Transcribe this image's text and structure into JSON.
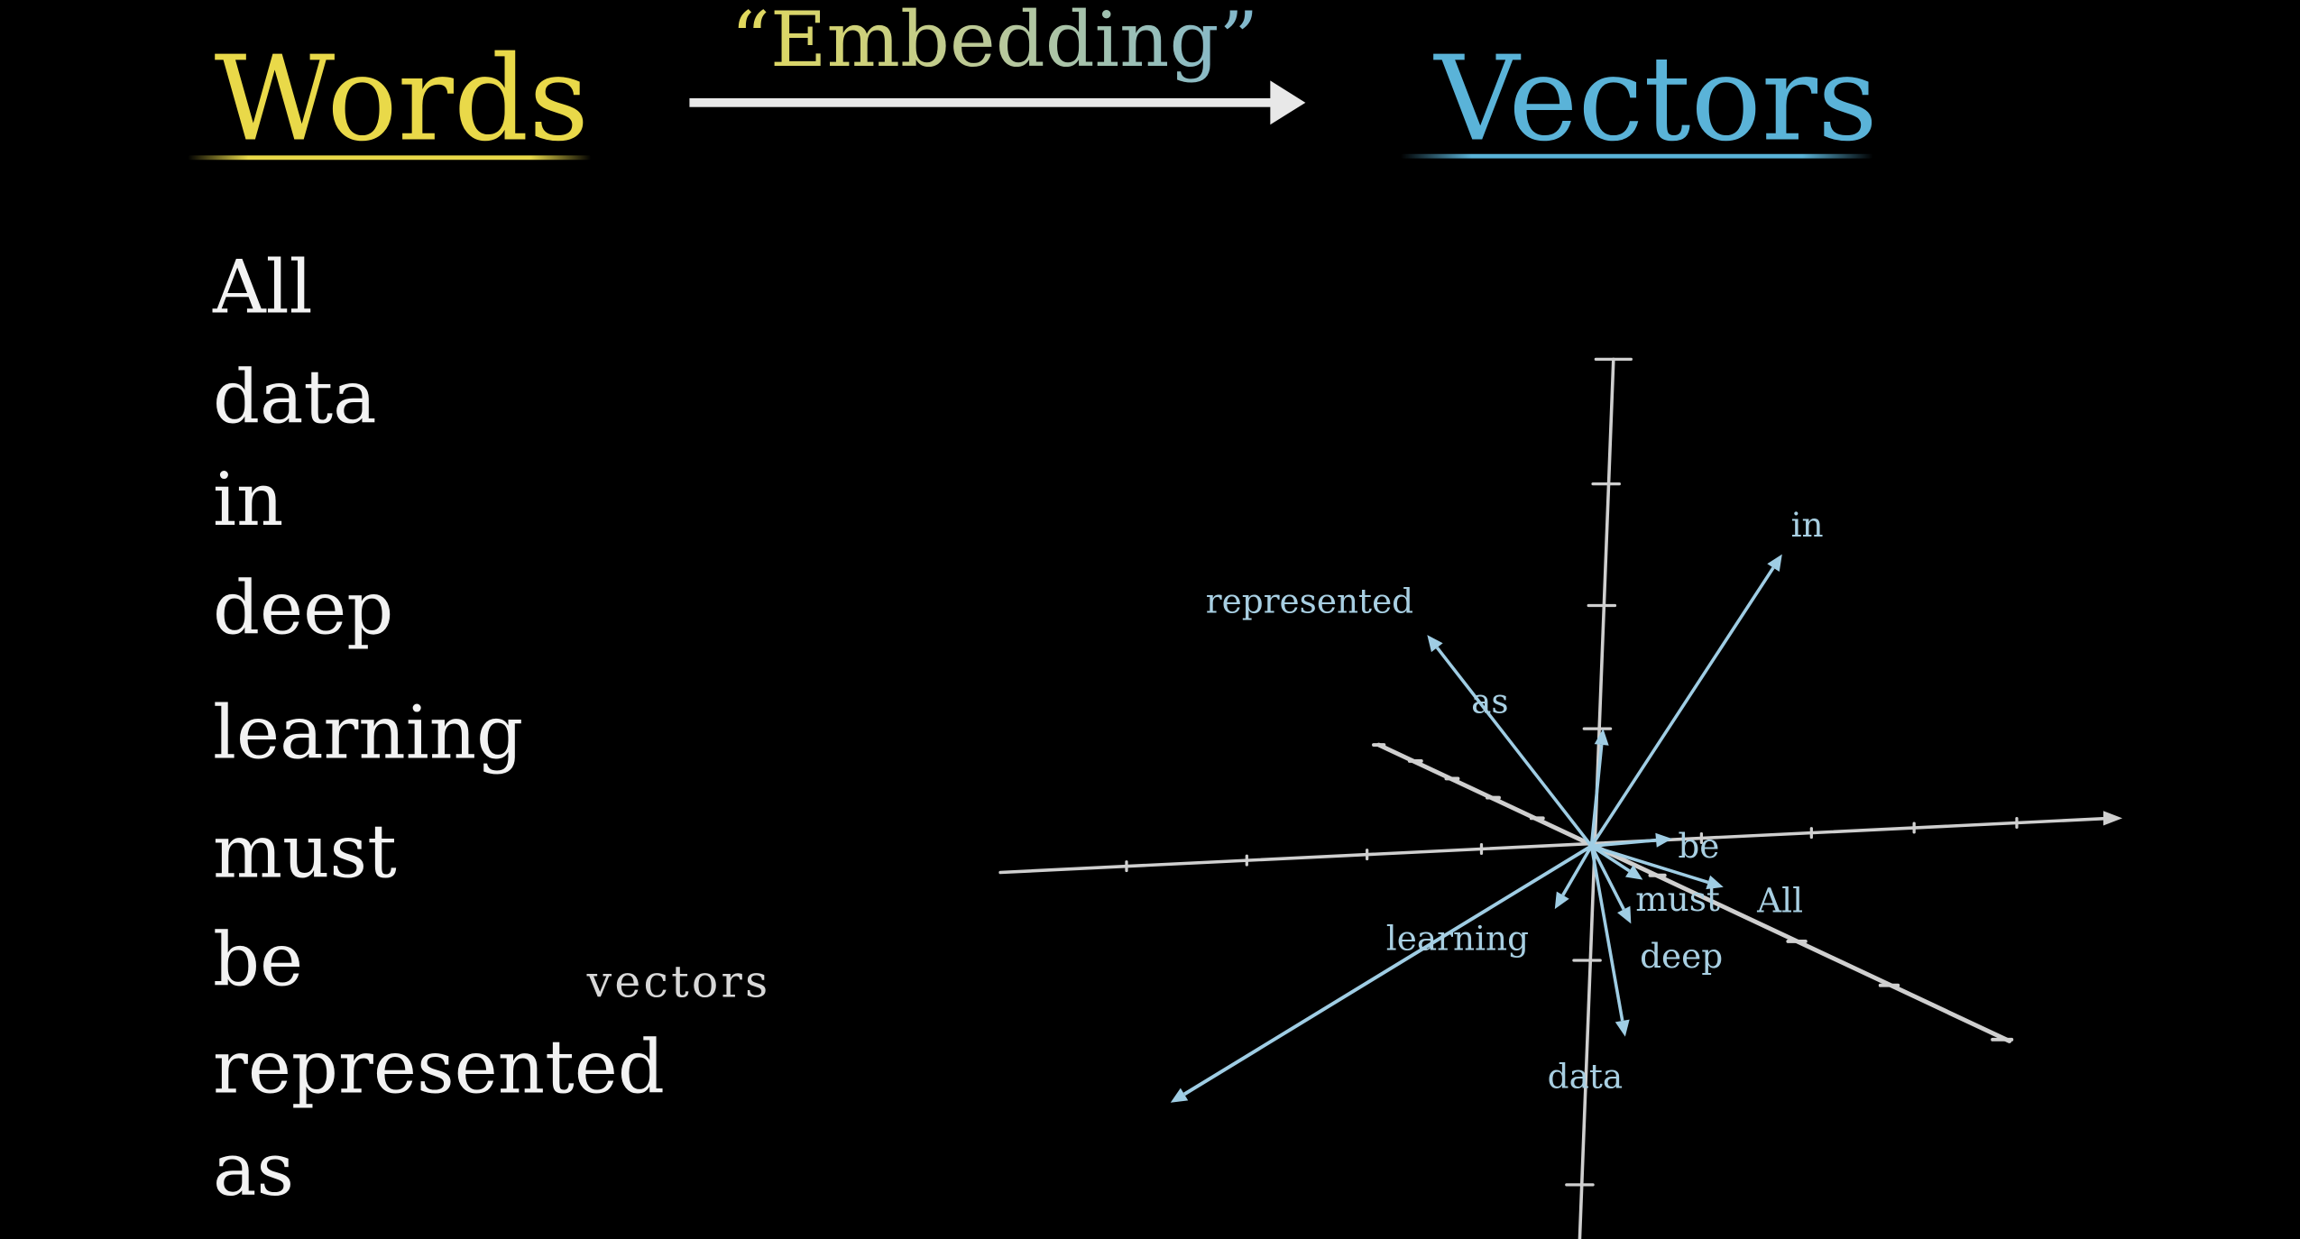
{
  "header": {
    "left_title": "Words",
    "arrow_label": "“Embedding”",
    "right_title": "Vectors"
  },
  "colors": {
    "words": "#e9d949",
    "vectors": "#5ab3d8",
    "vector_arrows": "#9fcde4",
    "axes": "#cfcfcf",
    "background": "#000000"
  },
  "words": [
    "All",
    "data",
    "in",
    "deep",
    "learning",
    "must",
    "be",
    "represented",
    "as"
  ],
  "flying_word": "vectors",
  "vector_labels": [
    "in",
    "represented",
    "as",
    "be",
    "must",
    "All",
    "deep",
    "learning",
    "data"
  ]
}
